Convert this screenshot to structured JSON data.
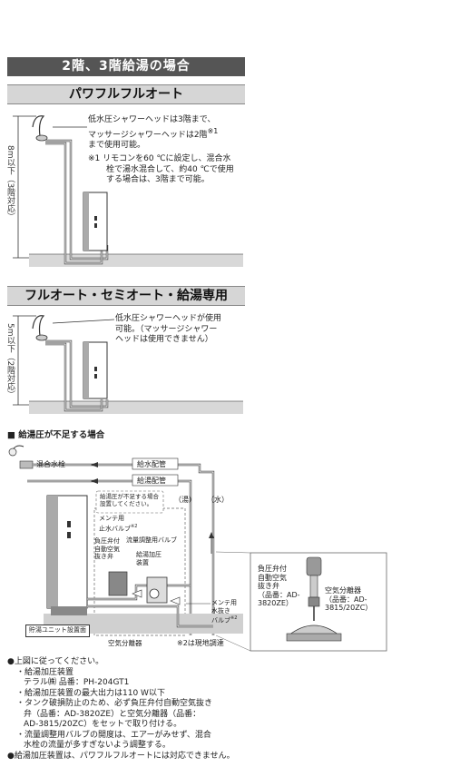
{
  "section_title": "2階、3階給湯の場合",
  "block1": {
    "title": "パワフルフルオート",
    "height_label": "8m以下（3階対応）",
    "note_line1": "低水圧シャワーヘッドは3階まで、",
    "note_line2": "マッサージシャワーヘッドは2階",
    "note_mark": "※1",
    "note_line3": "まで使用可能。",
    "footnote_line1": "※1 リモコンを60 ℃に設定し、混合水",
    "footnote_line2": "栓で湯水混合して、約40 ℃で使用",
    "footnote_line3": "する場合は、3階まで可能。"
  },
  "block2": {
    "title": "フルオート・セミオート・給湯専用",
    "height_label": "5m以下（2階対応）",
    "note_line1": "低水圧シャワーヘッドが使用",
    "note_line2": "可能。（マッサージシャワー",
    "note_line3": "ヘッドは使用できません）"
  },
  "diagram": {
    "heading": "■ 給湯圧が不足する場合",
    "mixing_valve": "混合水栓",
    "water_pipe": "給水配管",
    "hot_pipe": "給湯配管",
    "insufficient_note1": "給湯圧が不足する場合",
    "insufficient_note2": "設置してください。",
    "hot_label": "（湯）",
    "water_label": "（水）",
    "maint_valve1": "メンテ用",
    "maint_valve2": "止水バルブ",
    "maint_mark": "※2",
    "check_valve1": "負圧弁付",
    "check_valve2": "自動空気",
    "check_valve3": "抜き弁",
    "flow_valve": "流量調整用バルブ",
    "booster1": "給湯加圧",
    "booster2": "装置",
    "drain1": "メンテ用",
    "drain2": "水抜き",
    "drain3": "バルブ",
    "tank_base": "貯湯ユニット設置面",
    "separator": "空気分離器",
    "site_note": "※2は現地調達"
  },
  "inset": {
    "check1": "負圧弁付",
    "check2": "自動空気",
    "check3": "抜き弁",
    "check4": "（品番：AD-",
    "check5": "3820ZE）",
    "sep1": "空気分離器",
    "sep2": "（品番：AD-",
    "sep3": "3815/20ZC）"
  },
  "notes": {
    "n1": "●上図に従ってください。",
    "n2": "・給湯加圧装置",
    "n3": "テラル㈱ 品番：PH-204GT1",
    "n4": "・給湯加圧装置の最大出力は110 W以下",
    "n5": "・タンク破損防止のため、必ず負圧弁付自動空気抜き",
    "n6": "弁（品番：AD-3820ZE）と空気分離器（品番：",
    "n7": "AD-3815/20ZC）をセットで取り付ける。",
    "n8": "・流量調整用バルブの開度は、エアーがみせず、混合",
    "n9": "水栓の流量が多すぎないよう調整する。",
    "n10": "●給湯加圧装置は、パワフルフルオートには対応できません。"
  }
}
